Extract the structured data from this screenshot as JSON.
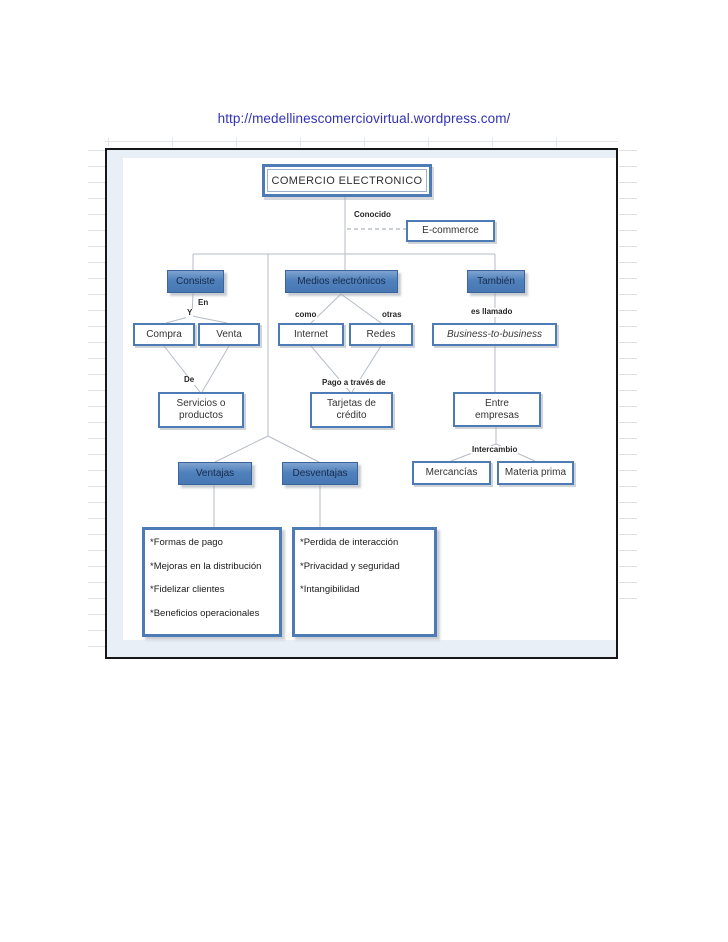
{
  "url": {
    "text": "http://medellinescomerciovirtual.wordpress.com/"
  },
  "colors": {
    "accent_blue": "#4f81bd",
    "node_border_blue": "#4c7bb5",
    "link_blue": "#3232b8",
    "connector_gray": "#b4bcc6",
    "frame_black": "#161616"
  },
  "nodes": {
    "comercio": "COMERCIO ELECTRONICO",
    "ecommerce": "E-commerce",
    "consiste": "Consiste",
    "medios": "Medios electrónicos",
    "tambien": "También",
    "compra": "Compra",
    "venta": "Venta",
    "internet": "Internet",
    "redes": "Redes",
    "b2b": "Business-to-business",
    "servicios": "Servicios o productos",
    "tarjetas": "Tarjetas de crédito",
    "entre": "Entre empresas",
    "ventajas": "Ventajas",
    "desventajas": "Desventajas",
    "mercancias": "Mercancías",
    "materia": "Materia prima"
  },
  "labels": {
    "conocido": "Conocido",
    "en": "En",
    "y": "Y",
    "como": "como",
    "otras": "otras",
    "es_llamado": "es llamado",
    "de": "De",
    "pago": "Pago a través de",
    "intercambio": "Intercambio"
  },
  "lists": {
    "ventajas": [
      "*Formas de pago",
      "*Mejoras en la distribución",
      "*Fidelizar clientes",
      "*Beneficios  operacionales"
    ],
    "desventajas": [
      "*Perdida de interacción",
      "*Privacidad y seguridad",
      "*Intangibilidad"
    ]
  }
}
